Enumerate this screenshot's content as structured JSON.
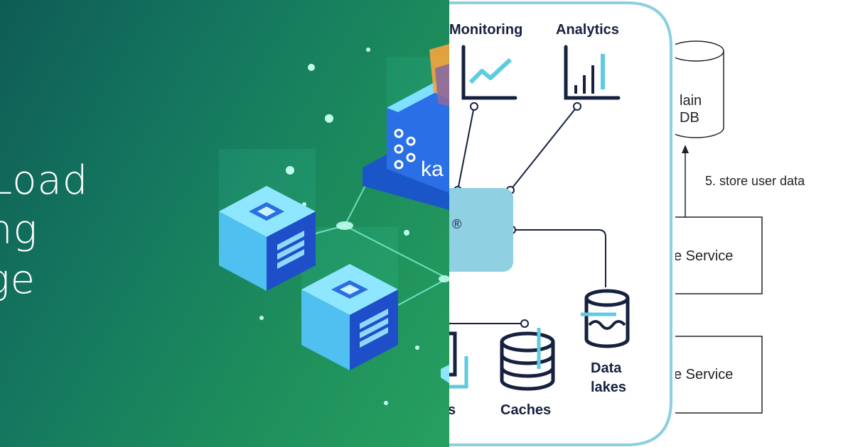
{
  "hero": {
    "line1": "Load",
    "line2": "ng",
    "line3": "ge",
    "logo_text": "ka"
  },
  "architecture": {
    "nodes": {
      "monitoring": "Monitoring",
      "analytics": "Analytics",
      "caches": "Caches",
      "data_lakes_line1": "Data",
      "data_lakes_line2": "lakes",
      "partial_label": "s"
    },
    "registered_mark": "®",
    "colors": {
      "navy": "#16213f",
      "accent": "#5dcbe0",
      "hub_fill": "#8fd0e2",
      "frame": "#8ccfe0"
    }
  },
  "flow": {
    "db_line1": "lain",
    "db_line2": "DB",
    "edge_label": "5. store user data",
    "service_top": "e Service",
    "service_bottom": "e Service"
  }
}
